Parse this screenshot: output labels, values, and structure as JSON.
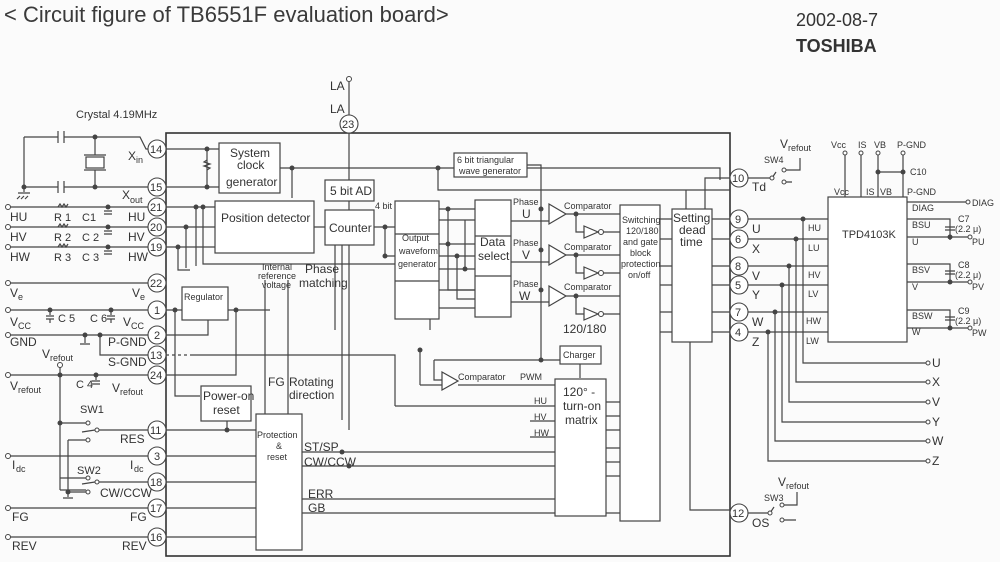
{
  "header": {
    "title": "< Circuit figure of TB6551F evaluation board>",
    "date": "2002-08-7",
    "company": "TOSHIBA"
  },
  "crystal": {
    "label": "Crystal 4.19MHz"
  },
  "external_inputs": {
    "hu": "HU",
    "hv": "HV",
    "hw": "HW",
    "r1": "R 1",
    "r2": "R 2",
    "r3": "R 3",
    "c1": "C1",
    "c2": "C 2",
    "c3": "C 3",
    "ve": "V",
    "ve_sub": "e",
    "vcc": "V",
    "vcc_sub": "CC",
    "c5": "C 5",
    "c6": "C 6",
    "c4": "C 4",
    "gnd": "GND",
    "vrefout": "V",
    "vrefout_sub": "refout",
    "sw1": "SW1",
    "sw2": "SW2",
    "sw3": "SW3",
    "sw4": "SW4",
    "idc": "I",
    "idc_sub": "dc",
    "fg": "FG",
    "rev": "REV",
    "la": "LA"
  },
  "pins": [
    {
      "num": "14",
      "label": "X",
      "sub": "in"
    },
    {
      "num": "15",
      "label": "X",
      "sub": "out"
    },
    {
      "num": "21",
      "label": "HU"
    },
    {
      "num": "20",
      "label": "HV"
    },
    {
      "num": "19",
      "label": "HW"
    },
    {
      "num": "22",
      "label": "V",
      "sub": "e"
    },
    {
      "num": "1",
      "label": "V",
      "sub": "CC"
    },
    {
      "num": "2",
      "label": "P-GND"
    },
    {
      "num": "13",
      "label": "S-GND"
    },
    {
      "num": "24",
      "label": "V",
      "sub": "refout"
    },
    {
      "num": "11",
      "label": "RES"
    },
    {
      "num": "3",
      "label": "I",
      "sub": "dc"
    },
    {
      "num": "18",
      "label": "CW/CCW"
    },
    {
      "num": "17",
      "label": "FG"
    },
    {
      "num": "16",
      "label": "REV"
    },
    {
      "num": "23",
      "label": "LA"
    },
    {
      "num": "10",
      "label": "Td"
    },
    {
      "num": "9",
      "label": "U"
    },
    {
      "num": "6",
      "label": "X"
    },
    {
      "num": "8",
      "label": "V"
    },
    {
      "num": "5",
      "label": "Y"
    },
    {
      "num": "7",
      "label": "W"
    },
    {
      "num": "4",
      "label": "Z"
    },
    {
      "num": "12",
      "label": "OS"
    }
  ],
  "blocks": {
    "system_clock": [
      "System",
      "clock",
      "generator"
    ],
    "position_detector": "Position detector",
    "ad": "5 bit AD",
    "counter": "Counter",
    "four_bit": "4 bit",
    "triangular": [
      "6 bit triangular",
      "wave generator"
    ],
    "output_waveform": [
      "Output",
      "waveform",
      "generator"
    ],
    "data_select": [
      "Data",
      "select"
    ],
    "phase_u": [
      "Phase",
      "U"
    ],
    "phase_v": [
      "Phase",
      "V"
    ],
    "phase_w": [
      "Phase",
      "W"
    ],
    "comparator": "Comparator",
    "switching": [
      "Switching",
      "120/180",
      "and gate",
      "block",
      "protection",
      "on/off"
    ],
    "dead_time": [
      "Setting",
      "dead",
      "time"
    ],
    "sel_120_180": "120/180",
    "regulator": "Regulator",
    "internal_ref": [
      "Internal",
      "reference",
      "voltage"
    ],
    "phase_matching": [
      "Phase",
      "matching"
    ],
    "power_on_reset": [
      "Power-on",
      "reset"
    ],
    "fg_label": "FG",
    "rotating": [
      "Rotating",
      "direction"
    ],
    "charger": "Charger",
    "pwm": "PWM",
    "turn_on": [
      "120° -",
      "turn-on",
      "matrix"
    ],
    "protection": [
      "Protection",
      "&",
      "reset"
    ],
    "st_sp": "ST/SP",
    "cw_ccw": "CW/CCW",
    "err": "ERR",
    "gb": "GB",
    "hu": "HU",
    "hv": "HV",
    "hw": "HW"
  },
  "driver": {
    "name": "TPD4103K",
    "top_pins": [
      "Vcc",
      "IS",
      "VB",
      "P-GND"
    ],
    "left_pins": [
      "HU",
      "LU",
      "HV",
      "LV",
      "HW",
      "LW"
    ],
    "right_pins": [
      "DIAG",
      "BSU",
      "U",
      "BSV",
      "V",
      "BSW",
      "W"
    ],
    "c10": "C10",
    "c7": "C7",
    "c8": "C8",
    "c9": "C9",
    "cap_value": "(2.2 μ)",
    "outputs": [
      "DIAG",
      "PU",
      "PV",
      "PW"
    ]
  },
  "motor_outputs": [
    "U",
    "X",
    "V",
    "Y",
    "W",
    "Z"
  ]
}
